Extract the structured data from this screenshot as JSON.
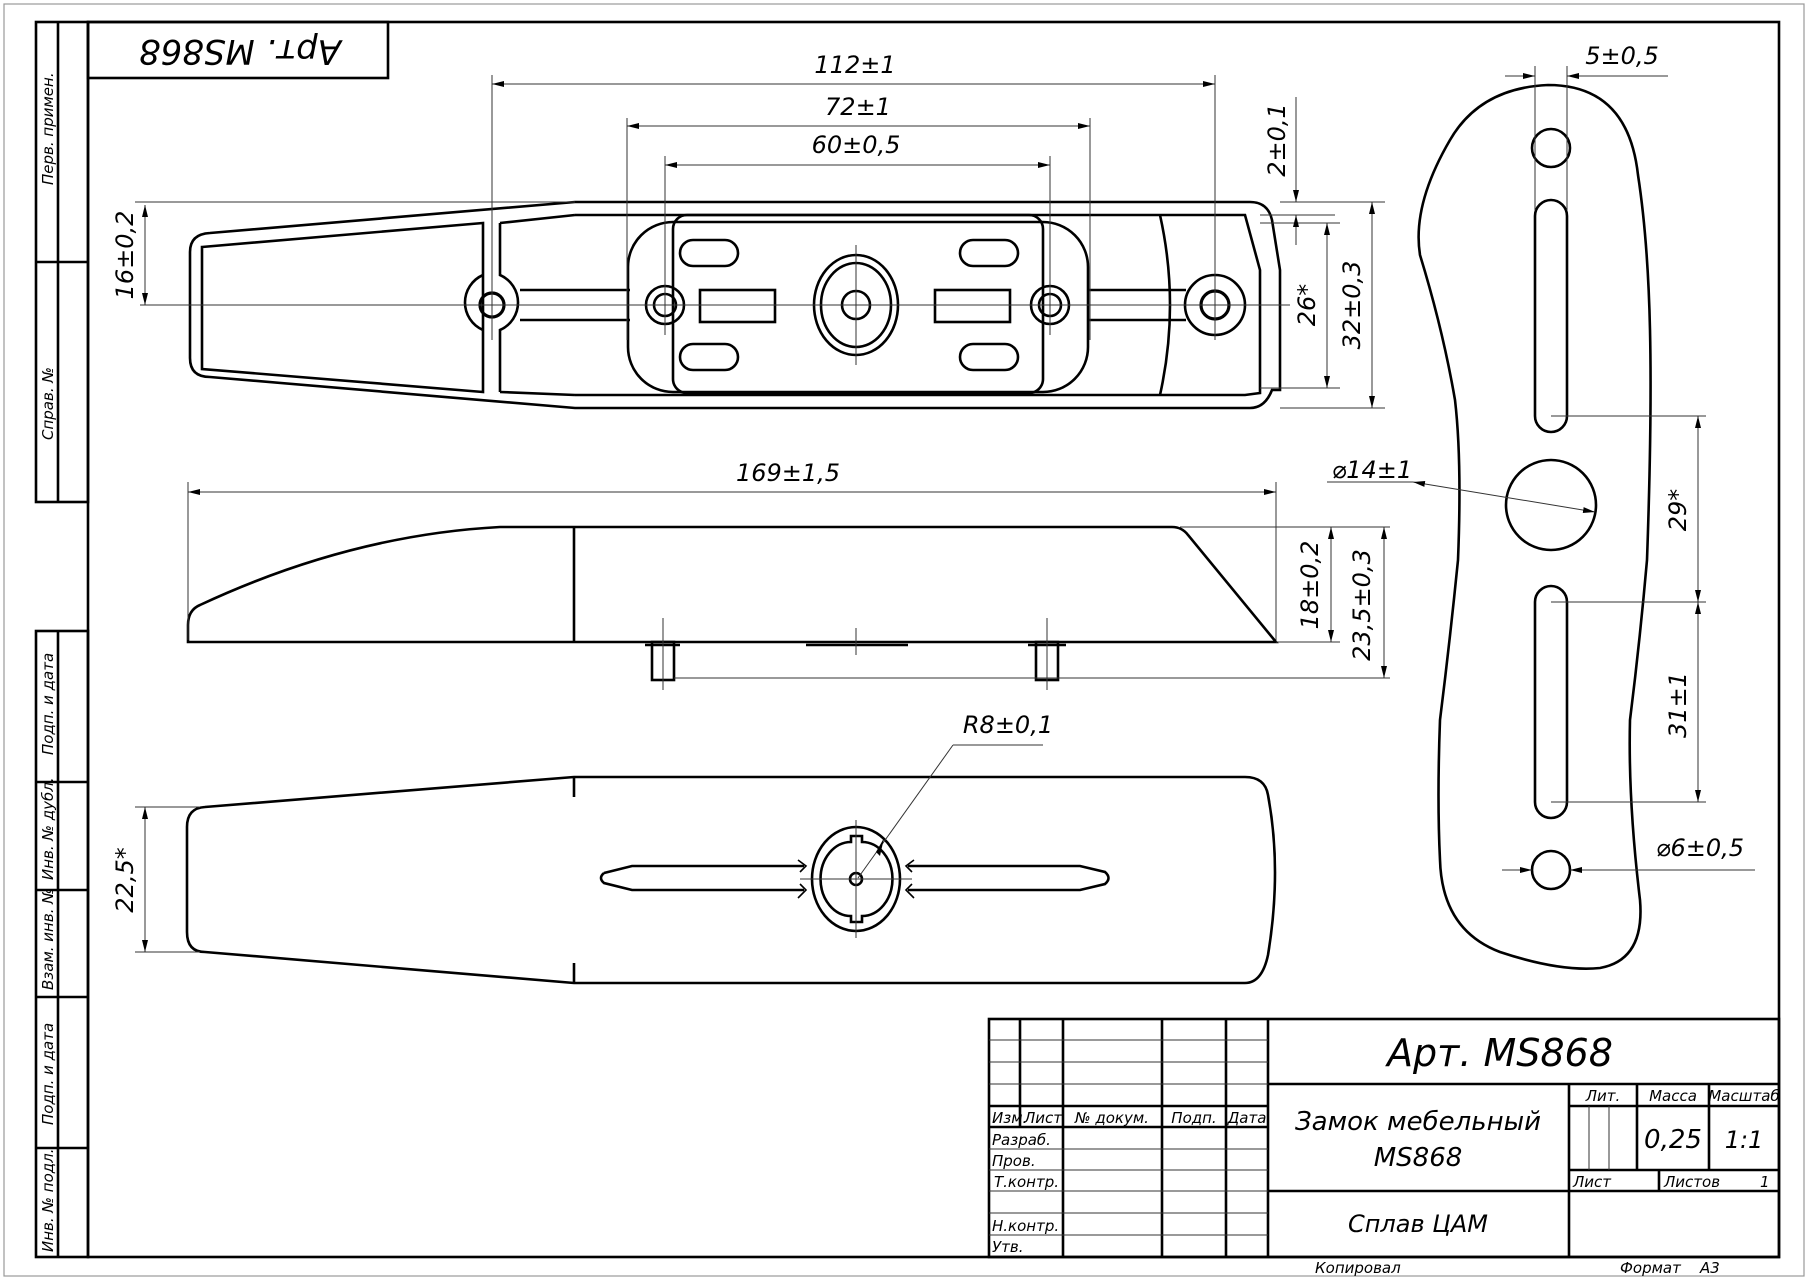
{
  "drawing": {
    "article_stamp": "Арт. MS868",
    "side_strip": {
      "upper": [
        "Перв. примен.",
        "Справ. №"
      ],
      "lower": [
        "Подп. и дата",
        "Инв. № дубл.",
        "Взам. инв. №",
        "Подп. и дата",
        "Инв. № подл."
      ]
    },
    "dimensions": {
      "top_view": {
        "overall_holes": "112±1",
        "body_length": "72±1",
        "inner_holes": "60±0,5",
        "wall": "2±0,1",
        "left_half_width": "16±0,2",
        "inner_width": "26*",
        "outer_width": "32±0,3"
      },
      "side_view": {
        "overall_length": "169±1,5",
        "body_height": "18±0,2",
        "total_height": "23,5±0,3"
      },
      "bottom_view": {
        "radius": "R8±0,1",
        "tip_width": "22,5*"
      },
      "plate_view": {
        "slot_width": "5±0,5",
        "center_hole": "⌀14±1",
        "slot_spacing": "29*",
        "slot_length": "31±1",
        "small_hole": "⌀6±0,5"
      }
    },
    "title_block": {
      "designation": "Арт. MS868",
      "name_line1": "Замок мебельный",
      "name_line2": "MS868",
      "material": "Сплав ЦАМ",
      "headers": {
        "izm": "Изм.",
        "list": "Лист",
        "doc_no": "№ докум.",
        "sign": "Подп.",
        "date": "Дата",
        "lit": "Лит.",
        "mass": "Масса",
        "scale": "Масштаб",
        "sheet": "Лист",
        "sheets": "Листов"
      },
      "roles": [
        "Разраб.",
        "Пров.",
        "Т.контр.",
        "",
        "Н.контр.",
        "Утв."
      ],
      "mass_value": "0,25",
      "scale_value": "1:1",
      "sheets_count": "1",
      "copied_label": "Копировал",
      "format_label": "Формат",
      "format_value": "А3"
    }
  }
}
